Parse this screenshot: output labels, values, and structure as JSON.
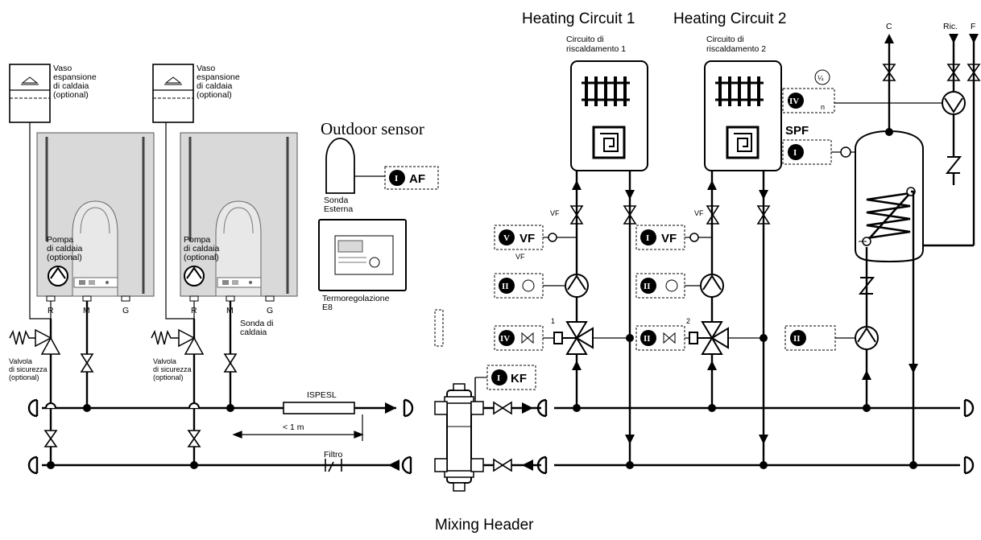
{
  "titles": {
    "heating_circuit_1": "Heating Circuit 1",
    "heating_circuit_2": "Heating Circuit 2",
    "outdoor_sensor": "Outdoor sensor",
    "mixing_header": "Mixing Header"
  },
  "circuits": {
    "c1_label_line1": "Circuito di",
    "c1_label_line2": "riscaldamento 1",
    "c2_label_line1": "Circuito di",
    "c2_label_line2": "riscaldamento 2"
  },
  "boilers": {
    "vessel_line1": "Vaso",
    "vessel_line2": "espansione",
    "vessel_line3": "di caldaia",
    "vessel_line4": "(optional)",
    "pump_line1": "Pompa",
    "pump_line2": "di caldaia",
    "pump_line3": "(optional)",
    "port_r": "R",
    "port_m": "M",
    "port_g": "G",
    "safety_line1": "Valvola",
    "safety_line2": "di sicurezza",
    "safety_line3": "(optional)",
    "sensor_line1": "Sonda di",
    "sensor_line2": "caldaia"
  },
  "controls": {
    "outdoor_line1": "Sonda",
    "outdoor_line2": "Esterna",
    "regulator_line1": "Termoregolazione",
    "regulator_line2": "E8"
  },
  "pipework": {
    "ispesl": "ISPESL",
    "distance": "< 1 m",
    "filter": "Filtro"
  },
  "dhw": {
    "outlet_c": "C",
    "ric": "Ric.",
    "f": "F",
    "spf": "SPF",
    "clock": "¼"
  },
  "modules": {
    "af": {
      "roman": "I",
      "code": "AF"
    },
    "kf": {
      "roman": "I",
      "code": "KF"
    },
    "vf1": {
      "roman": "V",
      "code": "VF"
    },
    "vf2": {
      "roman": "I",
      "code": "VF"
    },
    "p1": {
      "roman": "II"
    },
    "p2": {
      "roman": "II"
    },
    "m1": {
      "roman": "IV"
    },
    "m2": {
      "roman": "II"
    },
    "spf": {
      "roman": "I"
    },
    "circ": {
      "roman": "IV"
    },
    "dhwp": {
      "roman": "II"
    }
  },
  "small_labels": {
    "vf": "VF",
    "one": "1",
    "two": "2",
    "n": "n"
  }
}
